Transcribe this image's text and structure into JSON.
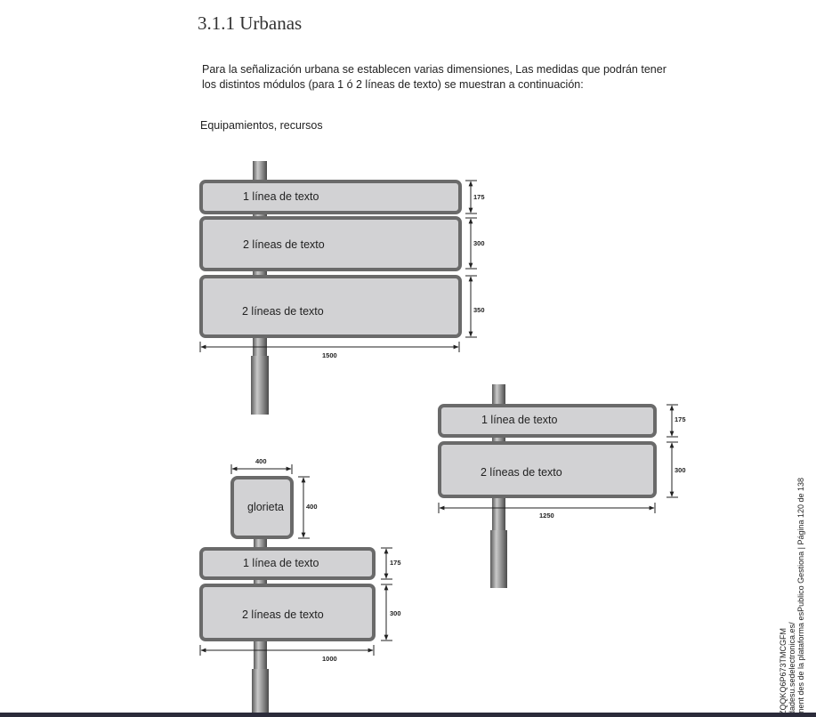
{
  "heading": "3.1.1 Urbanas",
  "intro": [
    "Para la señalización urbana se establecen varias dimensiones, Las medidas que podrán tener",
    "los distintos módulos (para 1 ó 2 líneas de texto) se muestran a continuación:"
  ],
  "caption": "Equipamientos, recursos",
  "sign_1500": {
    "panels": [
      {
        "label": "1 línea de texto",
        "height": "175"
      },
      {
        "label": "2 líneas de texto",
        "height": "300"
      },
      {
        "label": "2 líneas de texto",
        "height": "350"
      }
    ],
    "width": "1500"
  },
  "sign_1250": {
    "panels": [
      {
        "label": "1 línea de texto",
        "height": "175"
      },
      {
        "label": "2 líneas de texto",
        "height": "300"
      }
    ],
    "width": "1250"
  },
  "sign_1000": {
    "glorieta": {
      "label": "glorieta",
      "width": "400",
      "height": "400"
    },
    "panels": [
      {
        "label": "1 línea de texto",
        "height": "175"
      },
      {
        "label": "2 líneas de texto",
        "height": "300"
      }
    ],
    "width": "1000"
  },
  "side_text": [
    "ZQQKQ6P673TMCGFM",
    "dadesu.sedelectronica.es/",
    "ment des de la plataforma esPublico Gestiona | Página 120 de 138"
  ],
  "colors": {
    "panel_fill": "#d2d2d4",
    "panel_border": "#6a6a6a",
    "pole": "#8a8a8a"
  }
}
